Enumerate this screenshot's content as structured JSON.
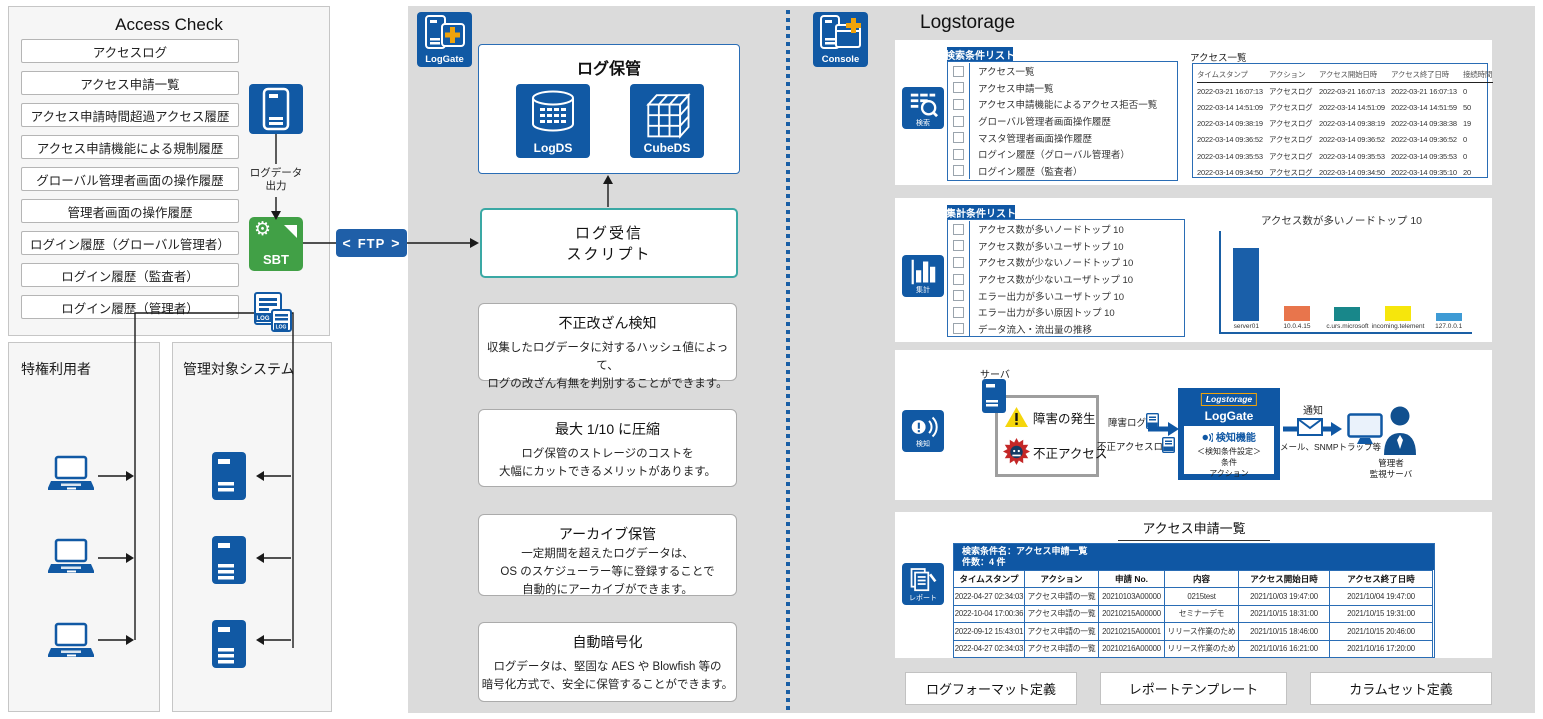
{
  "access_check": {
    "title": "Access Check",
    "items": [
      "アクセスログ",
      "アクセス申請一覧",
      "アクセス申請時間超過アクセス履歴",
      "アクセス申請機能による規制履歴",
      "グローバル管理者画面の操作履歴",
      "管理者画面の操作履歴",
      "ログイン履歴（グローバル管理者）",
      "ログイン履歴（監査者）",
      "ログイン履歴（管理者）"
    ],
    "log_output_lines": [
      "ログデータ",
      "出力"
    ],
    "sbt_label": "SBT",
    "ftp_label": "FTP"
  },
  "privileged_panel": {
    "title": "特権利用者"
  },
  "managed_panel": {
    "title": "管理対象システム"
  },
  "pipeline": {
    "loggate_label": "LogGate",
    "storage": {
      "title": "ログ保管",
      "logds_label": "LogDS",
      "cubeds_label": "CubeDS"
    },
    "receiver_lines": [
      "ログ受信",
      "スクリプト"
    ],
    "features": [
      {
        "title": "不正改ざん検知",
        "lines": [
          "収集したログデータに対するハッシュ値によって、",
          "ログの改ざん有無を判別することができます。"
        ]
      },
      {
        "title": "最大 1/10 に圧縮",
        "lines": [
          "ログ保管のストレージのコストを",
          "大幅にカットできるメリットがあります。"
        ]
      },
      {
        "title": "アーカイブ保管",
        "lines": [
          "一定期間を超えたログデータは、",
          "OS のスケジューラー等に登録することで",
          "自動的にアーカイブができます。"
        ]
      },
      {
        "title": "自動暗号化",
        "lines": [
          "ログデータは、堅固な AES や Blowfish 等の",
          "暗号化方式で、安全に保管することができます。"
        ]
      }
    ]
  },
  "logstorage": {
    "title": "Logstorage",
    "console_label": "Console",
    "search": {
      "icon_label": "検索",
      "tab_label": "検索条件リスト",
      "items": [
        "アクセス一覧",
        "アクセス申請一覧",
        "アクセス申請機能によるアクセス拒否一覧",
        "グローバル管理者画面操作履歴",
        "マスタ管理者画面操作履歴",
        "ログイン履歴（グローバル管理者）",
        "ログイン履歴（監査者）"
      ],
      "table_title": "アクセス一覧",
      "table_columns": [
        "タイムスタンプ",
        "アクション",
        "アクセス開始日時",
        "アクセス終了日時",
        "接続時間"
      ],
      "table_rows": [
        [
          "2022-03-21 16:07:13",
          "アクセスログ",
          "2022-03-21 16:07:13",
          "2022-03-21 16:07:13",
          "0"
        ],
        [
          "2022-03-14 14:51:09",
          "アクセスログ",
          "2022-03-14 14:51:09",
          "2022-03-14 14:51:59",
          "50"
        ],
        [
          "2022-03-14 09:38:19",
          "アクセスログ",
          "2022-03-14 09:38:19",
          "2022-03-14 09:38:38",
          "19"
        ],
        [
          "2022-03-14 09:36:52",
          "アクセスログ",
          "2022-03-14 09:36:52",
          "2022-03-14 09:36:52",
          "0"
        ],
        [
          "2022-03-14 09:35:53",
          "アクセスログ",
          "2022-03-14 09:35:53",
          "2022-03-14 09:35:53",
          "0"
        ],
        [
          "2022-03-14 09:34:50",
          "アクセスログ",
          "2022-03-14 09:34:50",
          "2022-03-14 09:35:10",
          "20"
        ]
      ]
    },
    "aggregate": {
      "icon_label": "集計",
      "tab_label": "集計条件リスト",
      "items": [
        "アクセス数が多いノードトップ 10",
        "アクセス数が多いユーザトップ 10",
        "アクセス数が少ないノードトップ 10",
        "アクセス数が少ないユーザトップ 10",
        "エラー出力が多いユーザトップ 10",
        "エラー出力が多い原因トップ 10",
        "データ流入・流出量の推移"
      ]
    },
    "detect": {
      "icon_label": "検知",
      "server_label": "サーバ",
      "incident1": "障害の発生",
      "incident2": "不正アクセス",
      "log1": "障害ログ",
      "log2": "不正アクセスログ",
      "loggate_brand": "Logstorage",
      "loggate_name": "LogGate",
      "feature_label": "検知機能",
      "setting_label": "＜検知条件設定＞",
      "condition_label": "条件",
      "action_label": "アクション",
      "notify_label": "通知",
      "notify_sub": "メール、SNMPトラップ等",
      "admin_lines": [
        "管理者",
        "監視サーバ"
      ]
    },
    "report": {
      "icon_label": "レポート",
      "title": "アクセス申請一覧",
      "meta1": "検索条件名：アクセス申請一覧",
      "meta2": "件数：4 件",
      "columns": [
        "タイムスタンプ",
        "アクション",
        "申請 No.",
        "内容",
        "アクセス開始日時",
        "アクセス終了日時"
      ],
      "rows": [
        [
          "2022-04-27 02:34:03",
          "アクセス申請の一覧",
          "20210103A00000",
          "0215test",
          "2021/10/03 19:47:00",
          "2021/10/04 19:47:00"
        ],
        [
          "2022-10-04 17:00:36",
          "アクセス申請の一覧",
          "20210215A00000",
          "セミナーデモ",
          "2021/10/15 18:31:00",
          "2021/10/15 19:31:00"
        ],
        [
          "2022-09-12 15:43:01",
          "アクセス申請の一覧",
          "20210215A00001",
          "リリース作業のため",
          "2021/10/15 18:46:00",
          "2021/10/15 20:46:00"
        ],
        [
          "2022-04-27 02:34:03",
          "アクセス申請の一覧",
          "20210216A00000",
          "リリース作業のため",
          "2021/10/16 16:21:00",
          "2021/10/16 17:20:00"
        ]
      ]
    },
    "buttons": [
      "ログフォーマット定義",
      "レポートテンプレート",
      "カラムセット定義"
    ]
  },
  "chart_data": {
    "type": "bar",
    "title": "アクセス数が多いノードトップ 10",
    "categories": [
      "server01",
      "10.0.4.15",
      "c.urs.microsoft",
      "incoming.telement",
      "127.0.0.1"
    ],
    "values": [
      73,
      15,
      14,
      15,
      8
    ],
    "colors": [
      "#1a5fa9",
      "#e8754c",
      "#18878a",
      "#f6e60c",
      "#3e9bd5"
    ],
    "xlabel": "",
    "ylabel": "",
    "legend": false,
    "axis_color": "#1a5fa5",
    "note": "values are relative (axis unlabeled)"
  },
  "colors": {
    "primary_blue": "#0f57a4",
    "icon_blue": "#1159a4",
    "sbt_green": "#41a046",
    "teal": "#3aa8a4",
    "orange_accent": "#f0a30a",
    "panel_gray": "#dbdbdb",
    "table_blue": "#2a6db5"
  }
}
